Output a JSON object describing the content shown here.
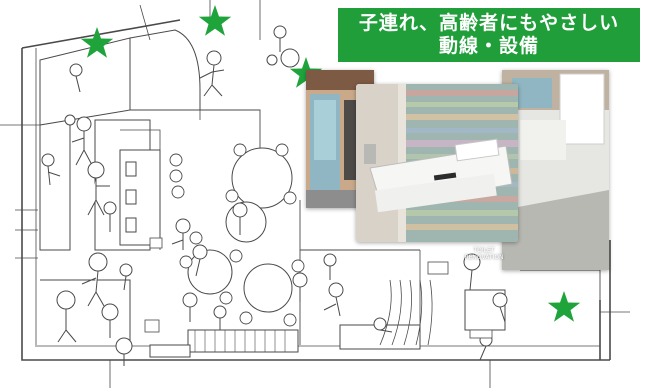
{
  "banner": {
    "line1": "子連れ、高齢者にもやさしい",
    "line2": "動線・設備",
    "background": "#1f9e3a",
    "text_color": "#ffffff"
  },
  "photo_brand": {
    "line1": "TOILET",
    "line2": "RENOVATION"
  },
  "colors": {
    "star": "#1fa43c",
    "sketch_line": "#4a4a4a",
    "sketch_fill": "#ffffff"
  },
  "icons": [
    "star-icon",
    "baby-changing-table-photo",
    "restroom-photo",
    "entrance-photo"
  ]
}
